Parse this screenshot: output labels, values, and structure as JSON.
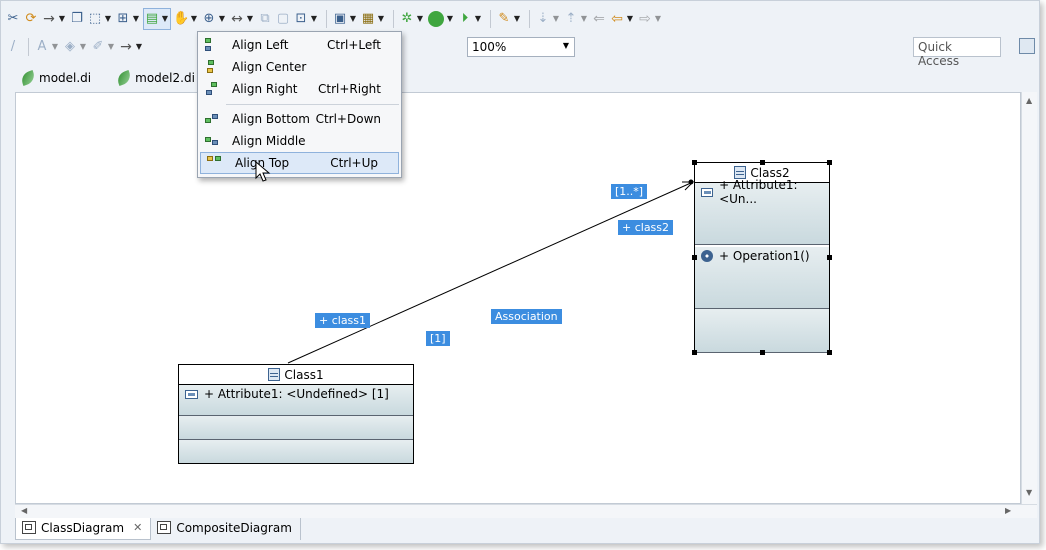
{
  "menu": {
    "items": [
      {
        "label": "Align Left",
        "shortcut": "Ctrl+Left"
      },
      {
        "label": "Align Center",
        "shortcut": ""
      },
      {
        "label": "Align Right",
        "shortcut": "Ctrl+Right"
      },
      {
        "label": "Align Bottom",
        "shortcut": "Ctrl+Down"
      },
      {
        "label": "Align Middle",
        "shortcut": ""
      },
      {
        "label": "Align Top",
        "shortcut": "Ctrl+Up"
      }
    ]
  },
  "toolbar": {
    "zoom_value": "100%",
    "quick_access": "Quick Access"
  },
  "editor_tabs": [
    {
      "label": "model.di"
    },
    {
      "label": "model2.di"
    }
  ],
  "bottom_tabs": [
    {
      "label": "ClassDiagram",
      "active": true
    },
    {
      "label": "CompositeDiagram",
      "active": false
    }
  ],
  "diagram": {
    "class1": {
      "name": "Class1",
      "attributes": [
        "+ Attribute1: <Undefined> [1]"
      ]
    },
    "class2": {
      "name": "Class2",
      "attributes": [
        "+ Attribute1: <Un..."
      ],
      "operations": [
        "+ Operation1()"
      ]
    },
    "labels": {
      "target_mult": "[1..*]",
      "target_role": "+ class2",
      "source_role": "+ class1",
      "source_mult": "[1]",
      "assoc_name": "Association"
    }
  }
}
